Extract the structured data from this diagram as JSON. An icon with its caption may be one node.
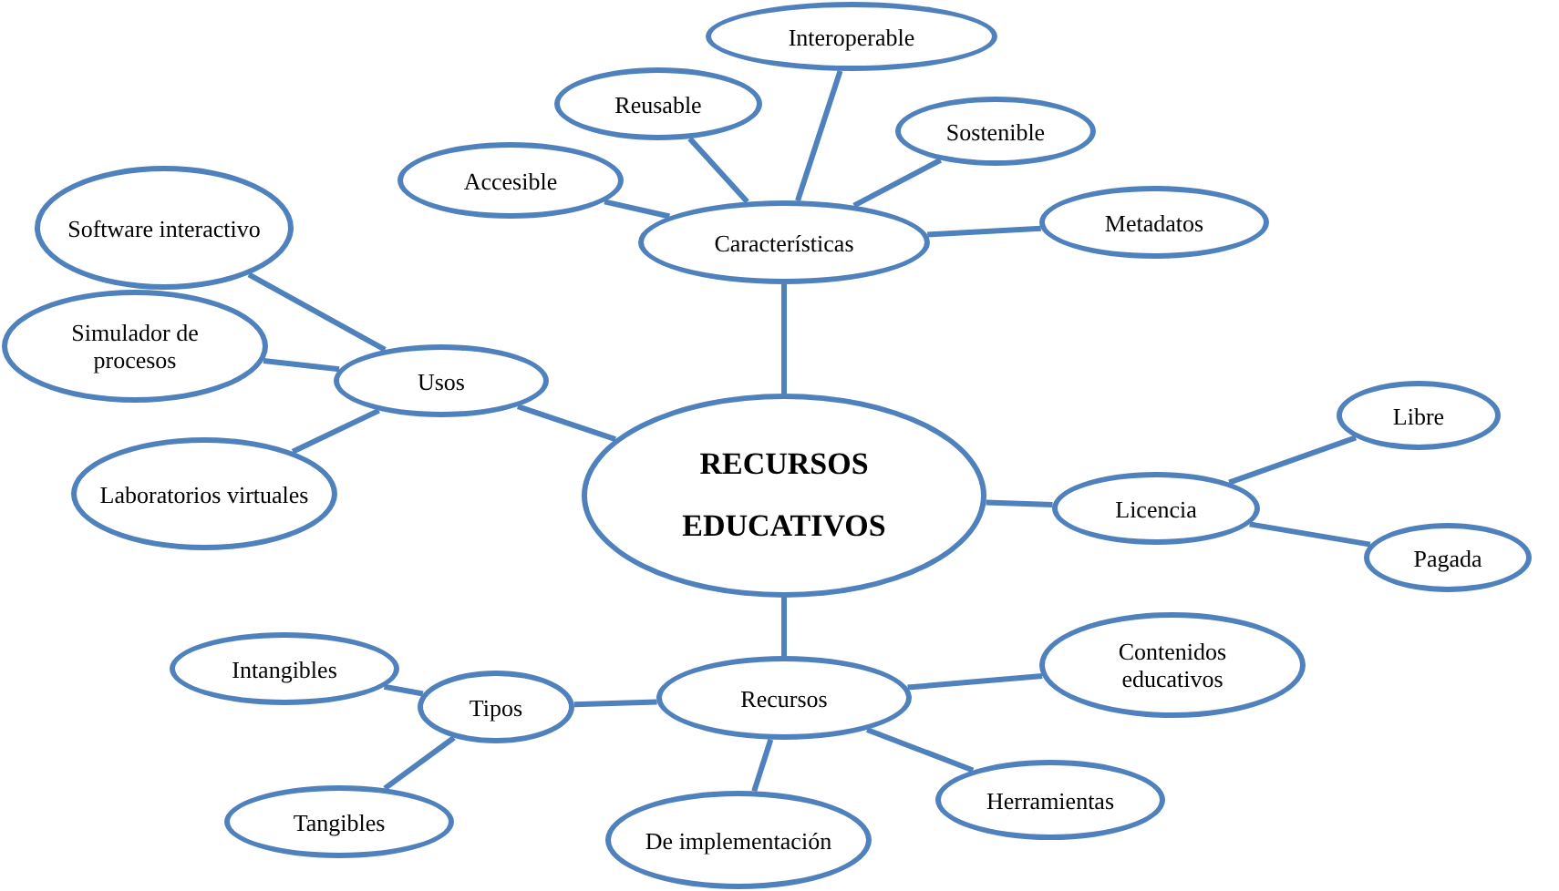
{
  "diagram": {
    "nodes": [
      {
        "text": [
          "RECURSOS EDUCATIVOS"
        ]
      },
      {
        "text": [
          "Características"
        ]
      },
      {
        "text": [
          "Accesible"
        ]
      },
      {
        "text": [
          "Reusable"
        ]
      },
      {
        "text": [
          "Interoperable"
        ]
      },
      {
        "text": [
          "Sostenible"
        ]
      },
      {
        "text": [
          "Metadatos"
        ]
      },
      {
        "text": [
          "Usos"
        ]
      },
      {
        "text": [
          "Software interactivo"
        ]
      },
      {
        "text": [
          "Simulador de procesos"
        ]
      },
      {
        "text": [
          "Laboratorios virtuales"
        ]
      },
      {
        "text": [
          "Licencia"
        ]
      },
      {
        "text": [
          "Libre"
        ]
      },
      {
        "text": [
          "Pagada"
        ]
      },
      {
        "text": [
          "Recursos"
        ]
      },
      {
        "text": [
          "Tipos"
        ]
      },
      {
        "text": [
          "Intangibles"
        ]
      },
      {
        "text": [
          "Tangibles"
        ]
      },
      {
        "text": [
          "Contenidos educativos"
        ]
      },
      {
        "text": [
          "Herramientas"
        ]
      },
      {
        "text": [
          "De implementación"
        ]
      }
    ],
    "edges": [
      {
        "from": 0,
        "to": 1,
        "arrow": "none"
      },
      {
        "from": 1,
        "to": 2,
        "arrow": "none"
      },
      {
        "from": 1,
        "to": 3,
        "arrow": "none"
      },
      {
        "from": 1,
        "to": 4,
        "arrow": "none"
      },
      {
        "from": 1,
        "to": 5,
        "arrow": "none"
      },
      {
        "from": 1,
        "to": 6,
        "arrow": "none"
      },
      {
        "from": 0,
        "to": 7,
        "arrow": "none"
      },
      {
        "from": 7,
        "to": 8,
        "arrow": "none"
      },
      {
        "from": 7,
        "to": 9,
        "arrow": "none"
      },
      {
        "from": 7,
        "to": 10,
        "arrow": "none"
      },
      {
        "from": 0,
        "to": 11,
        "arrow": "none"
      },
      {
        "from": 11,
        "to": 12,
        "arrow": "none"
      },
      {
        "from": 11,
        "to": 13,
        "arrow": "none"
      },
      {
        "from": 0,
        "to": 14,
        "arrow": "none"
      },
      {
        "from": 14,
        "to": 15,
        "arrow": "none"
      },
      {
        "from": 15,
        "to": 16,
        "arrow": "none"
      },
      {
        "from": 15,
        "to": 17,
        "arrow": "none"
      },
      {
        "from": 14,
        "to": 18,
        "arrow": "none"
      },
      {
        "from": 14,
        "to": 19,
        "arrow": "none"
      },
      {
        "from": 14,
        "to": 20,
        "arrow": "none"
      }
    ]
  }
}
